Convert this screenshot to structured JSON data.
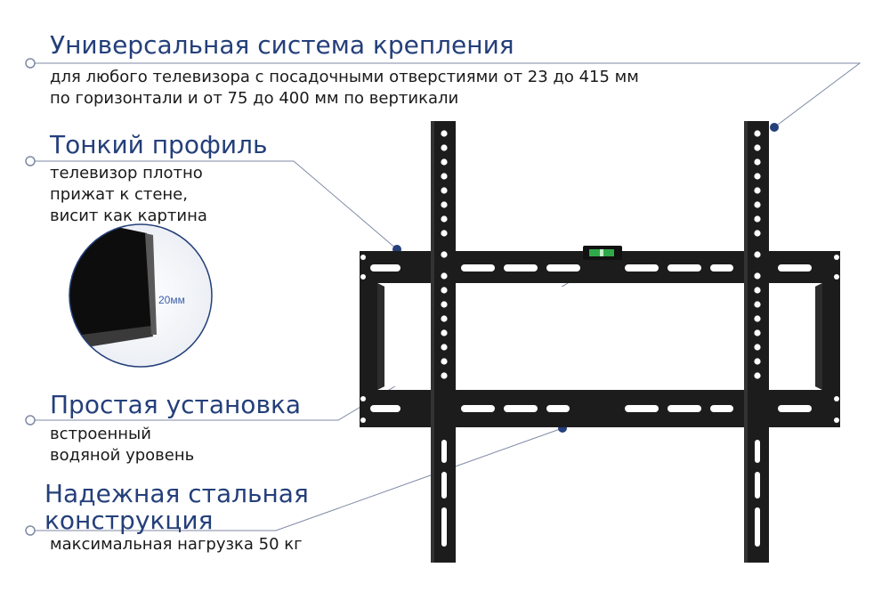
{
  "features": [
    {
      "title": "Универсальная система крепления",
      "description": "для любого телевизора с посадочными отверстиями от 23 до 415 мм\nпо горизонтали и от 75 до 400 мм по вертикали"
    },
    {
      "title": "Тонкий профиль",
      "description": "телевизор плотно\nприжат к стене,\nвисит как картина"
    },
    {
      "title": "Простая  установка",
      "description": "встроенный\nводяной уровень"
    },
    {
      "title": "Надежная стальная\nконструкция",
      "description": "максимальная нагрузка 50 кг"
    }
  ],
  "profile_detail": {
    "thickness_label": "20мм"
  },
  "colors": {
    "accent": "#243f7a",
    "mount": "#1c1c1c",
    "line": "#6b7a99",
    "level": "#2fa84a"
  }
}
